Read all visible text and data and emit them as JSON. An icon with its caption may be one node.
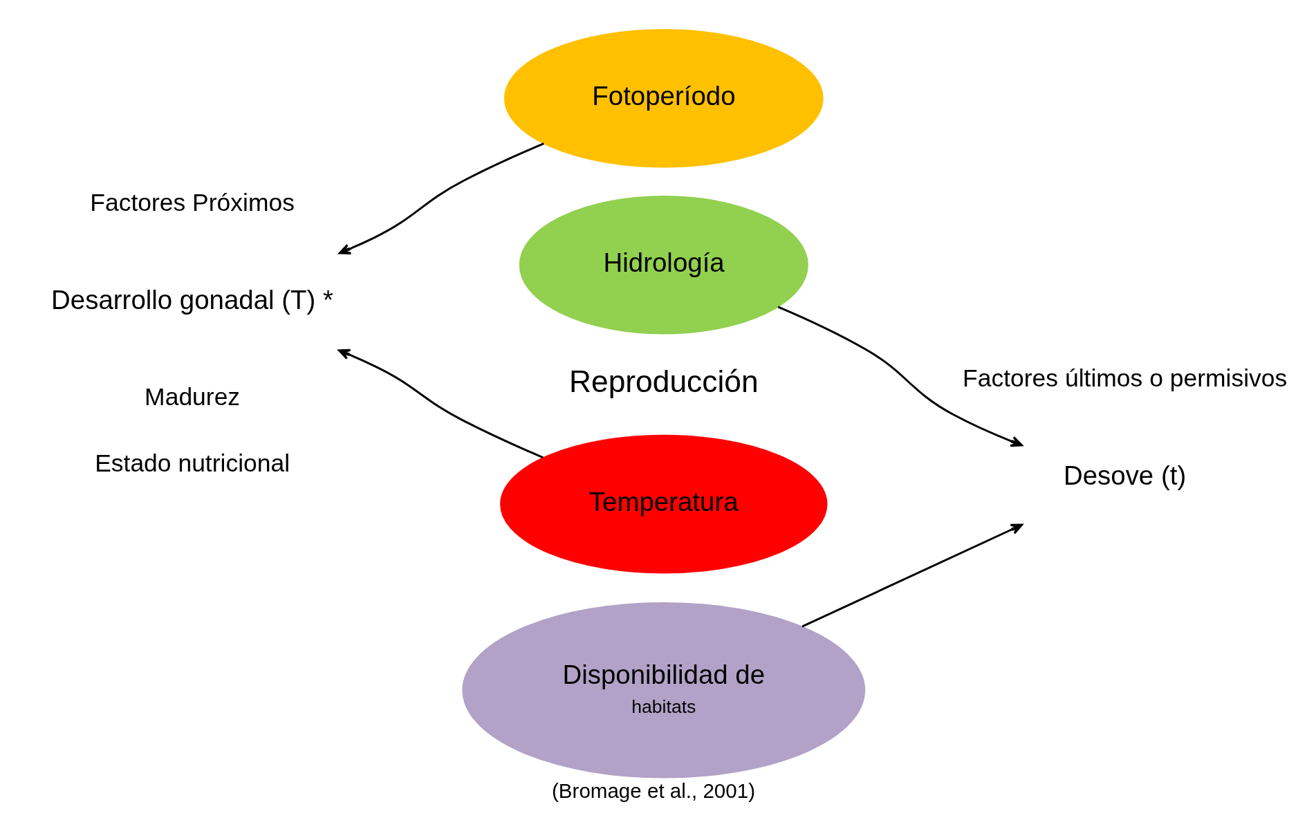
{
  "diagram": {
    "caption": "(Bromage et al., 2001)",
    "nodes": [
      {
        "text": [
          "Fotoperíodo"
        ]
      },
      {
        "text": [
          "Hidrología"
        ]
      },
      {
        "text": [
          "Desarrollo gonadal (T) *"
        ]
      },
      {
        "text": [
          "Temperatura"
        ]
      },
      {
        "text": [
          "Disponibilidad de",
          "habitats"
        ]
      },
      {
        "text": [
          "Desove (t)"
        ]
      }
    ],
    "edges": [
      {
        "from": 0,
        "to": 2,
        "arrow": "to"
      },
      {
        "from": 3,
        "to": 2,
        "arrow": "to"
      },
      {
        "from": 1,
        "to": 5,
        "arrow": "to"
      },
      {
        "from": 4,
        "to": 5,
        "arrow": "to"
      }
    ],
    "labels": [
      "Factores Próximos",
      "Factores últimos o permisivos",
      "Reproducción",
      "Madurez",
      "Estado nutricional"
    ]
  }
}
